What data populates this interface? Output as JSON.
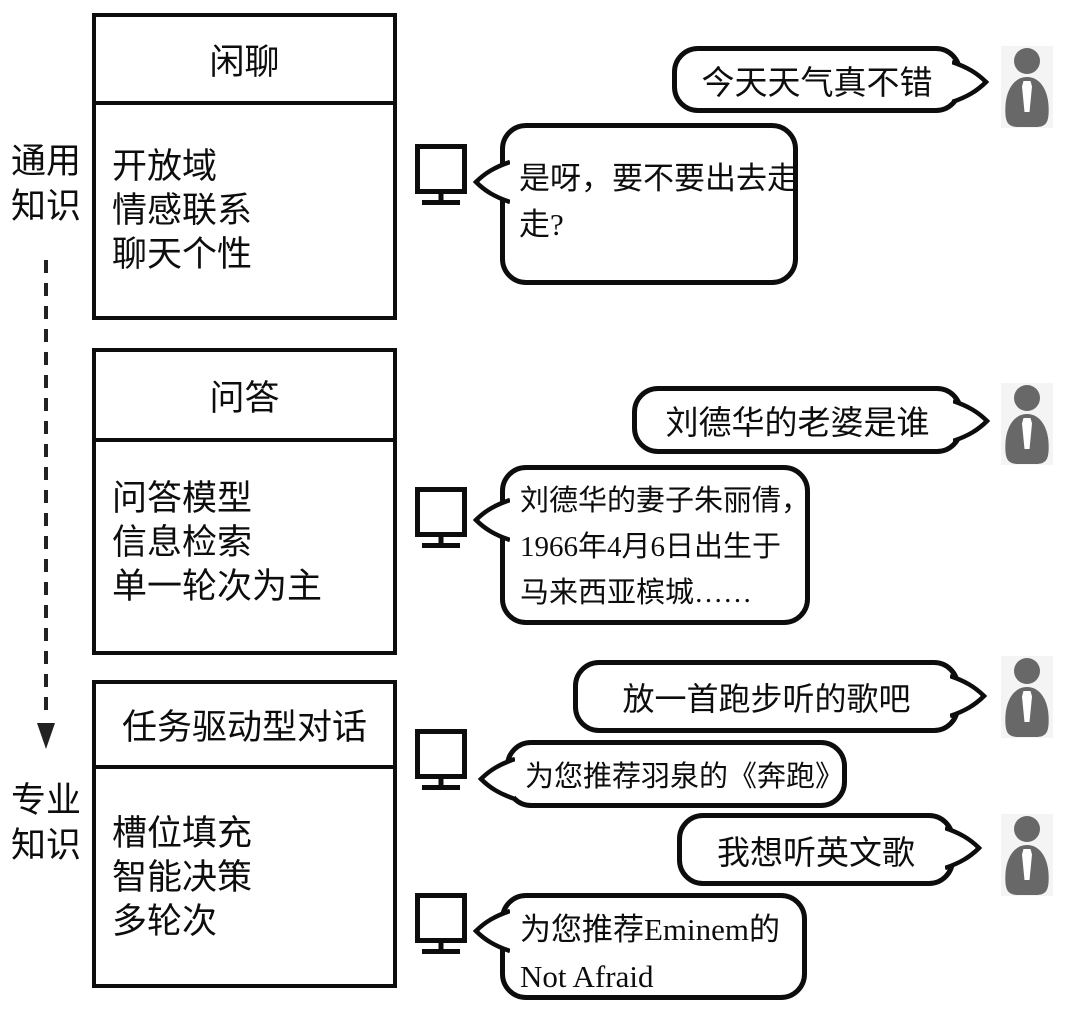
{
  "labels": {
    "general_knowledge": "通用\n知识",
    "professional_knowledge": "专业\n知识"
  },
  "boxes": [
    {
      "title": "闲聊",
      "items": [
        "开放域",
        "情感联系",
        "聊天个性"
      ]
    },
    {
      "title": "问答",
      "items": [
        "问答模型",
        "信息检索",
        "单一轮次为主"
      ]
    },
    {
      "title": "任务驱动型对话",
      "items": [
        "槽位填充",
        "智能决策",
        "多轮次"
      ]
    }
  ],
  "chat": {
    "rows": [
      {
        "speaker": "user",
        "text": "今天天气真不错"
      },
      {
        "speaker": "assistant",
        "text": "是呀，要不要出去走\n走?"
      },
      {
        "speaker": "user",
        "text": "刘德华的老婆是谁"
      },
      {
        "speaker": "assistant",
        "text": "刘德华的妻子朱丽倩，\n1966年4月6日出生于\n马来西亚槟城……"
      },
      {
        "speaker": "user",
        "text": "放一首跑步听的歌吧"
      },
      {
        "speaker": "assistant",
        "text": "为您推荐羽泉的《奔跑》"
      },
      {
        "speaker": "user",
        "text": "我想听英文歌"
      },
      {
        "speaker": "assistant",
        "text": "为您推荐Eminem的\nNot Afraid"
      }
    ]
  },
  "icons": {
    "assistant": "monitor-icon",
    "user": "person-icon",
    "axis": "down-arrow-dashed-icon"
  },
  "colors": {
    "outline": "#0d0d0d",
    "person_fill": "#686868",
    "person_bg": "#f4f4f4",
    "background": "#ffffff"
  }
}
